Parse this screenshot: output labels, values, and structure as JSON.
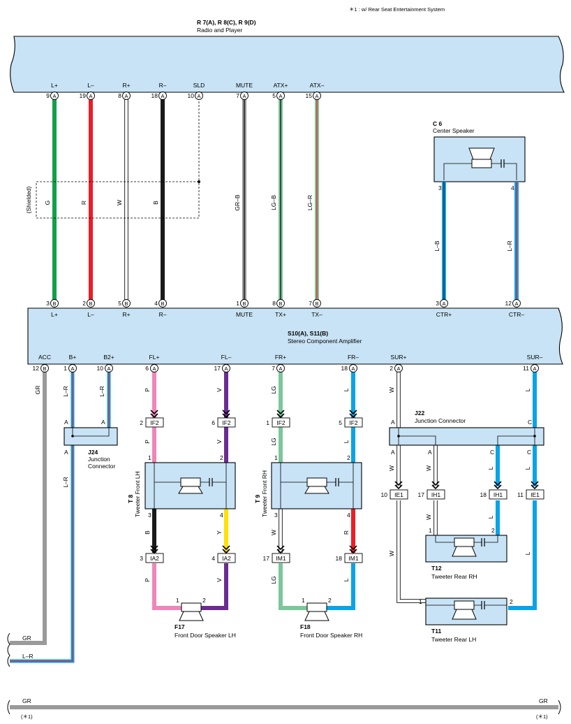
{
  "note": "＊1 : w/ Rear Seat Entertainment System",
  "radio": {
    "code": "R 7(A), R 8(C), R 9(D)",
    "name": "Radio and Player",
    "pins": [
      {
        "num": "9",
        "conn": "A",
        "label": "L+"
      },
      {
        "num": "19",
        "conn": "A",
        "label": "L–"
      },
      {
        "num": "8",
        "conn": "A",
        "label": "R+"
      },
      {
        "num": "18",
        "conn": "A",
        "label": "R–"
      },
      {
        "num": "10",
        "conn": "A",
        "label": "SLD"
      },
      {
        "num": "7",
        "conn": "A",
        "label": "MUTE"
      },
      {
        "num": "5",
        "conn": "A",
        "label": "ATX+"
      },
      {
        "num": "15",
        "conn": "A",
        "label": "ATX–"
      }
    ]
  },
  "wire_colors": [
    "G",
    "R",
    "W",
    "B",
    "GR–B",
    "LG–B",
    "LG–R"
  ],
  "shielded_label": "(Shielded)",
  "center_speaker": {
    "code": "C 6",
    "name": "Center Speaker",
    "pin_left": "3",
    "pin_right": "4",
    "wire_left": "L–B",
    "wire_right": "L–R"
  },
  "amplifier": {
    "code": "S10(A), S11(B)",
    "name": "Stereo Component Amplifier",
    "top_pins": [
      {
        "num": "3",
        "conn": "B",
        "label": "L+"
      },
      {
        "num": "2",
        "conn": "B",
        "label": "L–"
      },
      {
        "num": "5",
        "conn": "B",
        "label": "R+"
      },
      {
        "num": "4",
        "conn": "B",
        "label": "R–"
      },
      {
        "num": "1",
        "conn": "B",
        "label": "MUTE"
      },
      {
        "num": "8",
        "conn": "B",
        "label": "TX+"
      },
      {
        "num": "7",
        "conn": "B",
        "label": "TX–"
      },
      {
        "num": "3",
        "conn": "A",
        "label": "CTR+"
      },
      {
        "num": "12",
        "conn": "A",
        "label": "CTR–"
      }
    ],
    "bottom_pins": [
      {
        "num": "12",
        "conn": "B",
        "label": "ACC"
      },
      {
        "num": "1",
        "conn": "A",
        "label": "B+"
      },
      {
        "num": "10",
        "conn": "A",
        "label": "B2+"
      },
      {
        "num": "6",
        "conn": "A",
        "label": "FL+"
      },
      {
        "num": "17",
        "conn": "A",
        "label": "FL–"
      },
      {
        "num": "7",
        "conn": "A",
        "label": "FR+"
      },
      {
        "num": "18",
        "conn": "A",
        "label": "FR–"
      },
      {
        "num": "2",
        "conn": "A",
        "label": "SUR+"
      },
      {
        "num": "11",
        "conn": "A",
        "label": "SUR–"
      }
    ]
  },
  "bottom_wires": [
    "GR",
    "L–R",
    "L–R",
    "P",
    "V",
    "LG",
    "L",
    "W",
    "L"
  ],
  "j24": {
    "code": "J24",
    "name1": "Junction",
    "name2": "Connector",
    "pin": "A"
  },
  "j22": {
    "code": "J22",
    "name": "Junction Connector",
    "pin_a": "A",
    "pin_c": "C"
  },
  "tweeter_fl": {
    "code": "T 8",
    "name": "Tweeter Front LH"
  },
  "tweeter_fr": {
    "code": "T 9",
    "name": "Tweeter Front RH"
  },
  "tweeter_rr": {
    "code": "T12",
    "name": "Tweeter Rear RH"
  },
  "tweeter_rl": {
    "code": "T11",
    "name": "Tweeter Rear LH"
  },
  "speaker_fl": {
    "code": "F17",
    "name": "Front Door Speaker LH"
  },
  "speaker_fr": {
    "code": "F18",
    "name": "Front Door Speaker RH"
  },
  "connectors": {
    "if2_1": {
      "num": "2",
      "tag": "IF2"
    },
    "if2_2": {
      "num": "6",
      "tag": "IF2"
    },
    "if2_3": {
      "num": "1",
      "tag": "IF2"
    },
    "if2_4": {
      "num": "5",
      "tag": "IF2"
    },
    "ie1_1": {
      "num": "10",
      "tag": "IE1"
    },
    "ih1_1": {
      "num": "17",
      "tag": "IH1"
    },
    "ih1_2": {
      "num": "18",
      "tag": "IH1"
    },
    "ie1_2": {
      "num": "11",
      "tag": "IE1"
    },
    "ia2_1": {
      "num": "3",
      "tag": "IA2"
    },
    "ia2_2": {
      "num": "4",
      "tag": "IA2"
    },
    "im1_1": {
      "num": "17",
      "tag": "IM1"
    },
    "im1_2": {
      "num": "18",
      "tag": "IM1"
    }
  },
  "misc_wires": {
    "p": "P",
    "v": "V",
    "lg": "LG",
    "l": "L",
    "w": "W",
    "b": "B",
    "y": "Y",
    "r": "R",
    "a": "A",
    "c": "C"
  },
  "pin_numbers": {
    "one": "1",
    "two": "2",
    "three": "3",
    "four": "4"
  },
  "footer": {
    "gr": "GR",
    "lr": "L–R",
    "ref": "(＊1)"
  },
  "colors": {
    "box_fill": "#c8e3f5",
    "green": "#12a04a",
    "red": "#ee1c25",
    "black": "#1a1a1a",
    "gray": "#9a9a9a",
    "lightgreen": "#7cc79a",
    "blue": "#0aa3e8",
    "pink": "#ef86b8",
    "violet": "#6b2c91",
    "yellow": "#ffe000"
  }
}
